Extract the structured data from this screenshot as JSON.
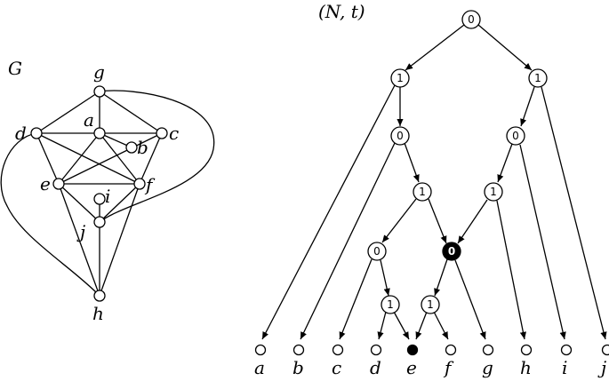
{
  "graph": {
    "title": "G",
    "vertices": [
      "g",
      "a",
      "d",
      "c",
      "b",
      "e",
      "f",
      "i",
      "j",
      "h"
    ]
  },
  "network": {
    "title": "(N, t)",
    "internal_labels": [
      "0",
      "1",
      "1",
      "0",
      "0",
      "1",
      "1",
      "0",
      "0",
      "1",
      "1"
    ],
    "leaves": [
      "a",
      "b",
      "c",
      "d",
      "e",
      "f",
      "g",
      "h",
      "i",
      "j"
    ]
  }
}
